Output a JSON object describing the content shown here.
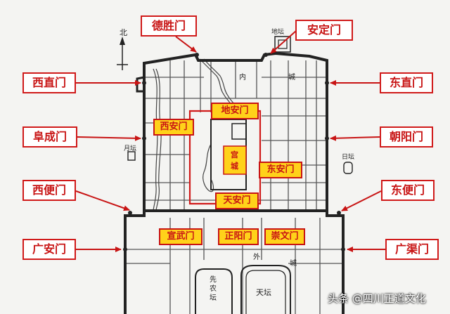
{
  "map_labels": {
    "north": "北",
    "inner_city": [
      "内",
      "城"
    ],
    "outer_city": [
      "外",
      "城"
    ],
    "ditan": "地坛",
    "yuetan": "月坛",
    "ritan": "日坛",
    "xiannongtan": [
      "先",
      "农",
      "坛"
    ],
    "tiantan": "天坛",
    "imperial_city": [
      "宫",
      "城"
    ]
  },
  "outer_gates": {
    "deshengmen": "德胜门",
    "andingmen": "安定门",
    "xizhimen": "西直门",
    "dongzhimen": "东直门",
    "fuchengmen": "阜成门",
    "chaoyangmen": "朝阳门",
    "xibianmen": "西便门",
    "dongbianmen": "东便门",
    "guanganmen": "广安门",
    "guangqumen": "广渠门"
  },
  "inner_gates": {
    "dianmen": "地安门",
    "xianmen": "西安门",
    "donganmen": "东安门",
    "tiananmen": "天安门",
    "xuanwumen": "宣武门",
    "zhengyangmen": "正阳门",
    "chongwenmen": "崇文门"
  },
  "colors": {
    "arrow": "#c81414",
    "label_border": "#d01a1a",
    "inner_label_bg": "#ffd21a",
    "imperial_outline": "#d01a1a",
    "map_line": "#333333"
  },
  "watermark": "头条 @四川正道文化"
}
